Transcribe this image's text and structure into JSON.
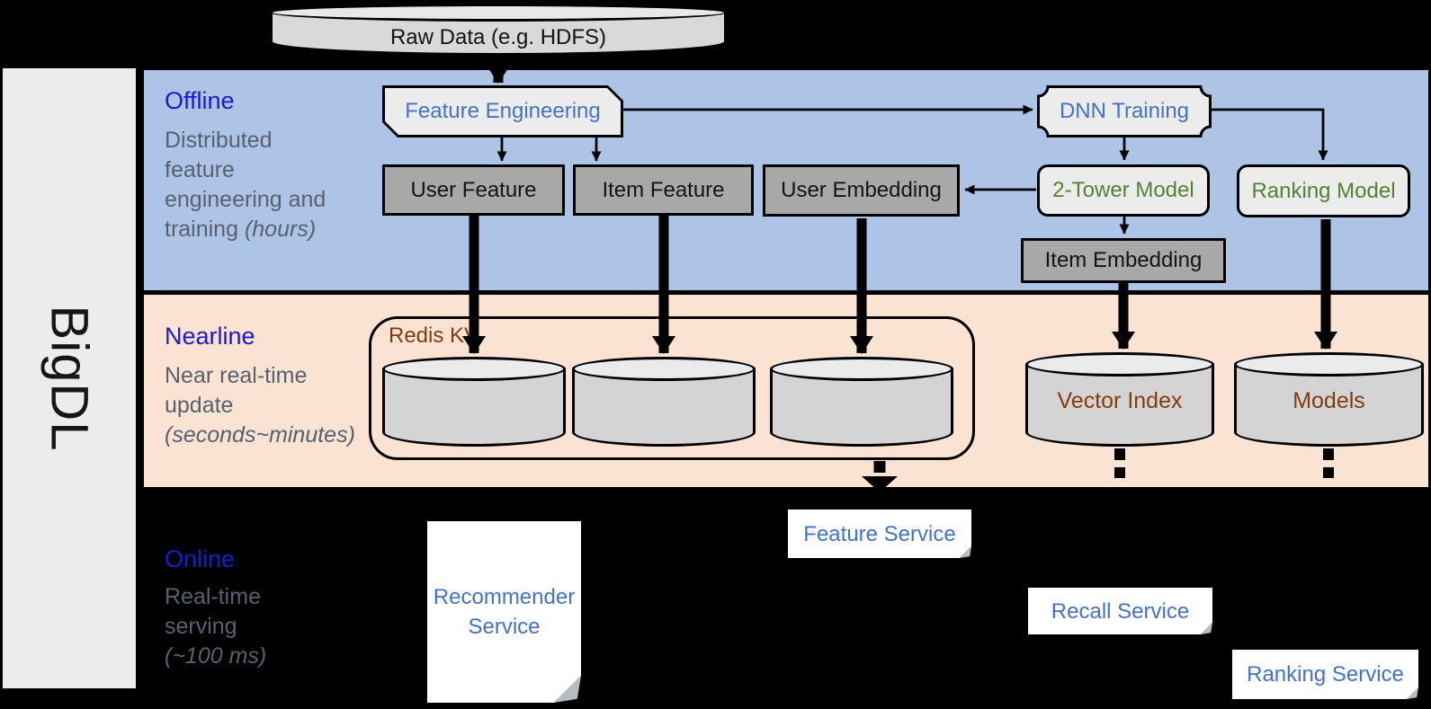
{
  "brand": {
    "name": "BigDL"
  },
  "raw_data": {
    "label": "Raw Data (e.g. HDFS)"
  },
  "sections": {
    "offline": {
      "title": "Offline",
      "desc_lines": [
        "Distributed",
        "feature",
        "engineering and"
      ],
      "desc_tail": "training ",
      "desc_italic": "(hours)"
    },
    "nearline": {
      "title": "Nearline",
      "desc_lines": [
        "Near real-time",
        "update"
      ],
      "desc_italic": "(seconds~minutes)"
    },
    "online": {
      "title": "Online",
      "desc_lines": [
        "Real-time",
        "serving"
      ],
      "desc_italic": "(~100 ms)"
    }
  },
  "nodes": {
    "feature_engineering": "Feature Engineering",
    "user_feature": "User Feature",
    "item_feature": "Item Feature",
    "user_embedding": "User Embedding",
    "dnn_training": "DNN Training",
    "two_tower_model": "2-Tower Model",
    "ranking_model": "Ranking Model",
    "item_embedding": "Item Embedding",
    "redis_kv": "Redis KV",
    "vector_index": "Vector Index",
    "models": "Models",
    "feature_service": "Feature Service",
    "recall_service": "Recall Service",
    "ranking_service": "Ranking Service",
    "recommender_service_line1": "Recommender",
    "recommender_service_line2": "Service"
  },
  "colors": {
    "offline_band": "#aec4e7",
    "nearline_band": "#fae3d3",
    "online_background": "#000000",
    "section_title_blue": "#1a1ad2",
    "node_text_blue": "#4472c4",
    "model_text_green": "#548235",
    "store_text_brown": "#843c0c",
    "gray_node_fill": "#a8a8a8",
    "light_node_fill": "#ececec"
  }
}
